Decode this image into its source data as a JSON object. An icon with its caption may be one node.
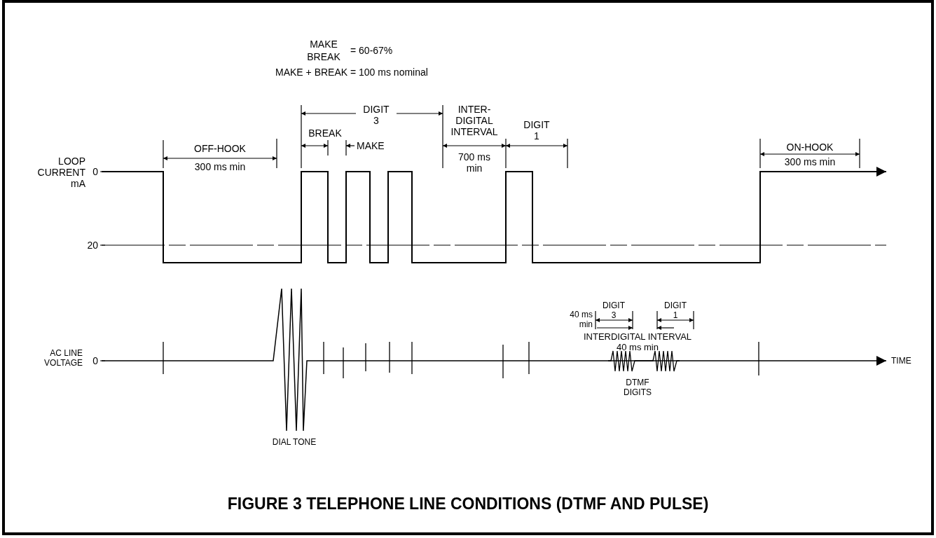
{
  "diagram": {
    "title": "FIGURE 3 TELEPHONE LINE CONDITIONS (DTMF AND PULSE)",
    "labels": [
      "MAKE",
      "BREAK",
      "= 60-67%",
      "MAKE + BREAK = 100 ms nominal",
      "DIGIT 3",
      "INTER-DIGITAL INTERVAL",
      "BREAK",
      "MAKE",
      "DIGIT 1",
      "OFF-HOOK",
      "300 ms min",
      "700 ms min",
      "ON-HOOK",
      "300 ms min",
      "LOOP CURRENT mA",
      "0",
      "20",
      "DIGIT 3",
      "DIGIT 1",
      "40 ms min",
      "INTERDIGITAL INTERVAL 40 ms min",
      "AC LINE VOLTAGE",
      "0",
      "TIME",
      "DTMF DIGITS",
      "DIAL TONE"
    ]
  }
}
